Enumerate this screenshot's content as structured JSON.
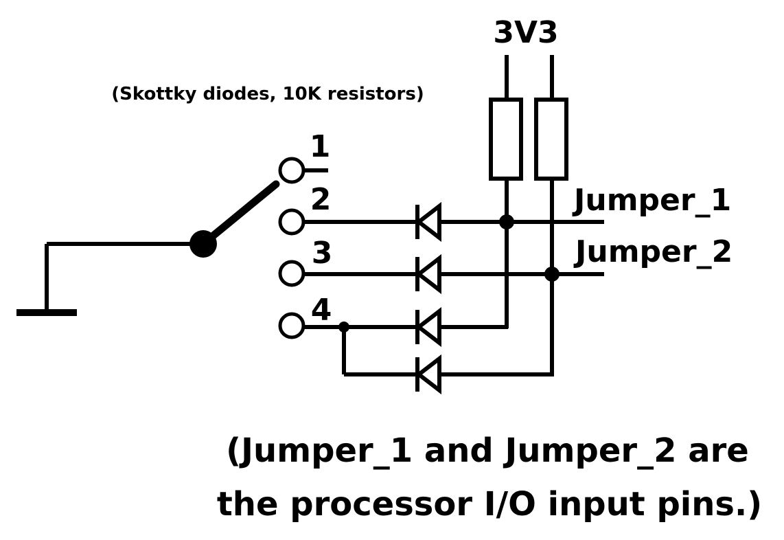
{
  "supply_label": "3V3",
  "note_components": "(Skottky diodes, 10K resistors)",
  "switch_positions": [
    "1",
    "2",
    "3",
    "4"
  ],
  "jumper_1_label": "Jumper_1",
  "jumper_2_label": "Jumper_2",
  "footnote_line_1": "(Jumper_1 and Jumper_2 are",
  "footnote_line_2": "the processor I/O input pins.)"
}
